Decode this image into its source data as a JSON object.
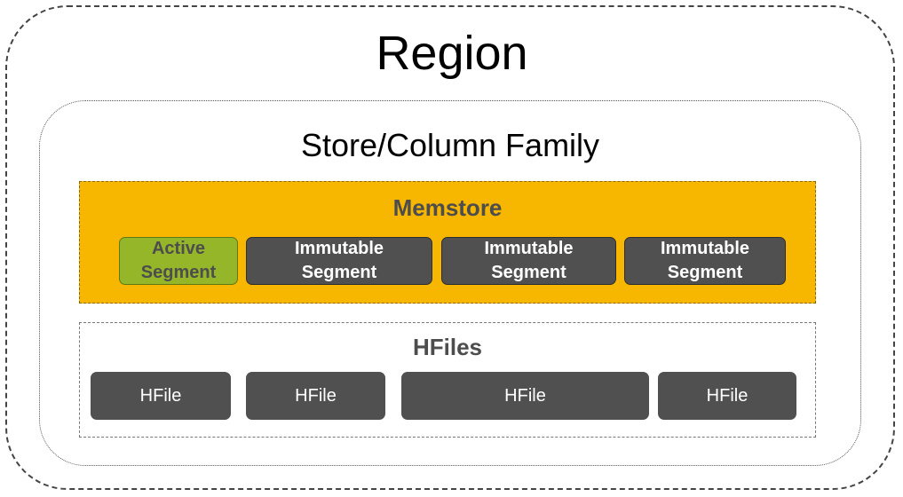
{
  "region": {
    "title": "Region"
  },
  "store": {
    "title": "Store/Column Family"
  },
  "memstore": {
    "title": "Memstore",
    "segments": [
      {
        "label": "Active\nSegment",
        "kind": "active"
      },
      {
        "label": "Immutable\nSegment",
        "kind": "immutable"
      },
      {
        "label": "Immutable\nSegment",
        "kind": "immutable"
      },
      {
        "label": "Immutable\nSegment",
        "kind": "immutable"
      }
    ]
  },
  "hfiles": {
    "title": "HFiles",
    "files": [
      {
        "label": "HFile"
      },
      {
        "label": "HFile"
      },
      {
        "label": "HFile"
      },
      {
        "label": "HFile"
      }
    ]
  },
  "colors": {
    "memstore_fill": "#f7b600",
    "active_segment": "#94b628",
    "immutable_segment": "#505050",
    "hfile": "#505050",
    "title_gray": "#4d4d4d"
  }
}
